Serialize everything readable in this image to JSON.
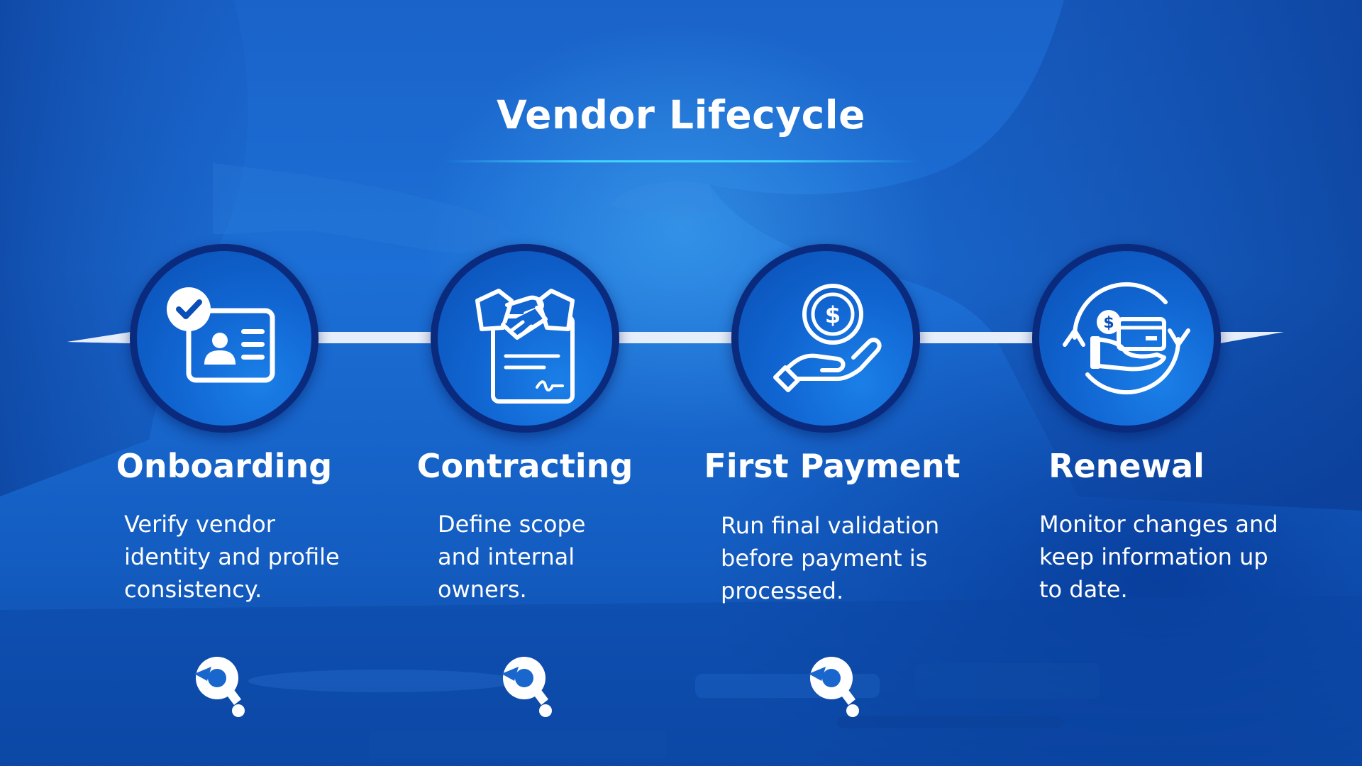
{
  "title": "Vendor Lifecycle",
  "steps": [
    {
      "title": "Onboarding",
      "desc_lines": [
        "Verify vendor",
        "identity and profile",
        "consistency."
      ],
      "icon": "id-card-check-icon"
    },
    {
      "title": "Contracting",
      "desc_lines": [
        "Define scope",
        "and internal",
        "owners."
      ],
      "icon": "handshake-contract-icon"
    },
    {
      "title": "First Payment",
      "desc_lines": [
        "Run final validation",
        "before payment is",
        "processed."
      ],
      "icon": "hand-coin-icon"
    },
    {
      "title": "Renewal",
      "desc_lines": [
        "Monitor changes and",
        "keep information up",
        "to date."
      ],
      "icon": "payment-cycle-icon"
    }
  ],
  "logo_icon": "brand-q-logo-icon",
  "colors": {
    "background": "#1a63c9",
    "circle_ring": "#0a2a7e",
    "circle_fill": "#1166d2",
    "title_underline": "#43d3ff",
    "timeline": "#e6eefb",
    "text": "#ffffff"
  }
}
